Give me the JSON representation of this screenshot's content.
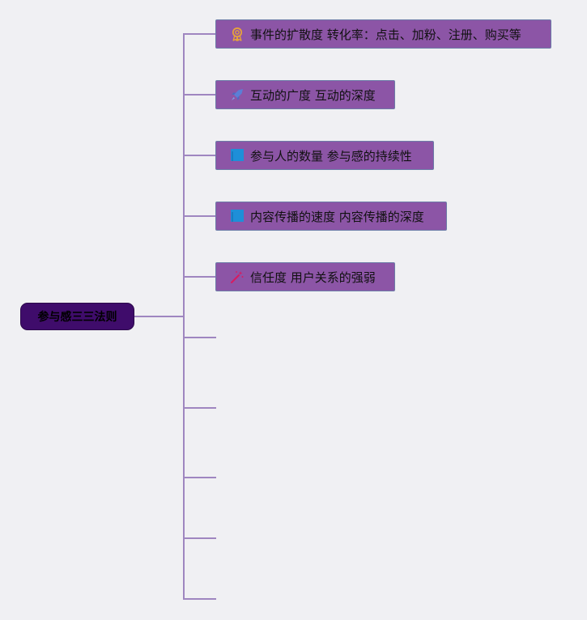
{
  "root": {
    "label": "参与感三三法则"
  },
  "branches": [
    {
      "label": "事件的扩散度 转化率：点击、加粉、注册、购买等",
      "icon": "award-ribbon-icon"
    },
    {
      "label": "互动的广度 互动的深度",
      "icon": "rocket-icon"
    },
    {
      "label": "参与人的数量 参与感的持续性",
      "icon": "blue-flag-icon"
    },
    {
      "label": "内容传播的速度 内容传播的深度",
      "icon": "blue-flag-icon"
    },
    {
      "label": "信任度 用户关系的强弱",
      "icon": "magic-wand-icon"
    },
    {
      "label": ""
    },
    {
      "label": ""
    },
    {
      "label": ""
    },
    {
      "label": ""
    },
    {
      "label": ""
    }
  ],
  "colors": {
    "background": "#f0f0f3",
    "root_fill": "#3f0c6b",
    "node_fill": "#8c55a6",
    "node_border": "#6d7da8",
    "connector": "#9f86c0",
    "award_icon": "#e6a23c",
    "rocket_icon": "#5b7fd6",
    "flag_icon": "#1e8fd8",
    "wand_icon": "#d81b60"
  }
}
